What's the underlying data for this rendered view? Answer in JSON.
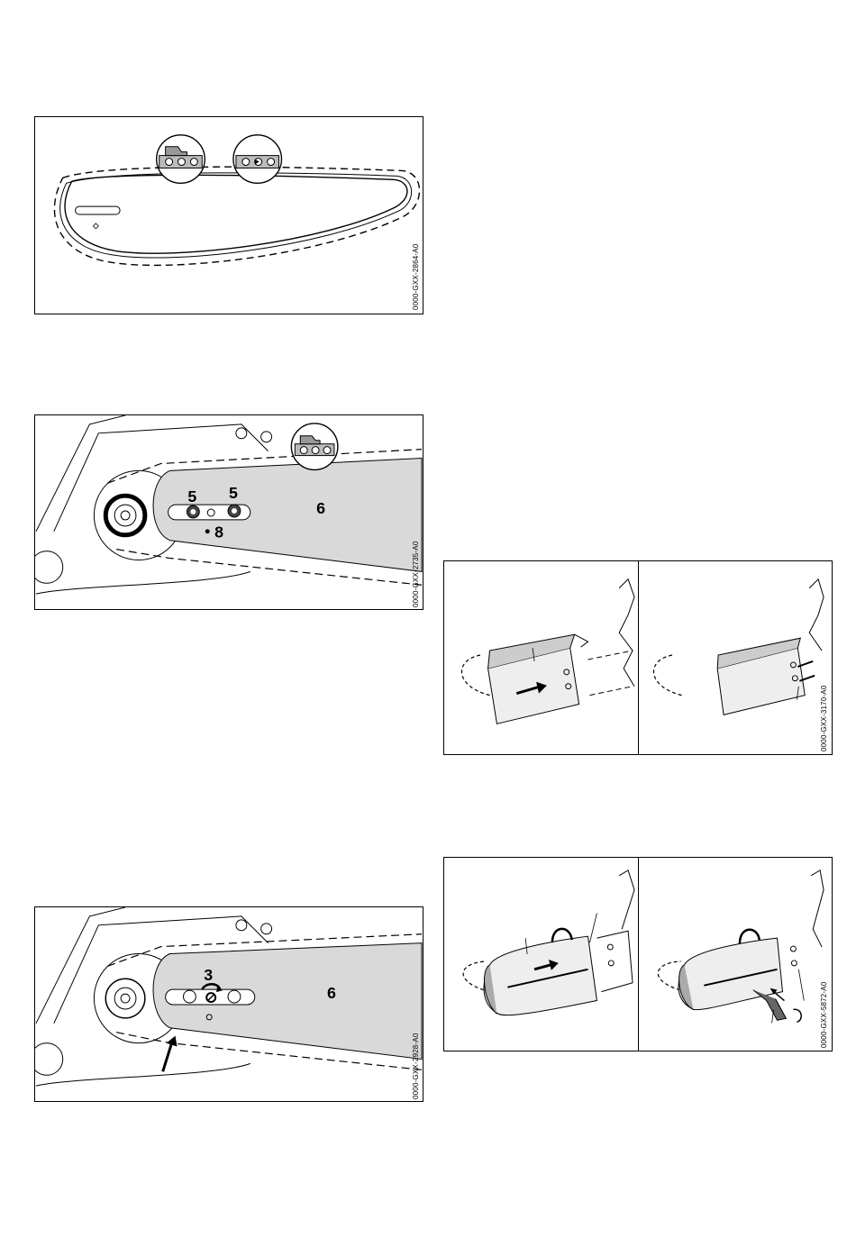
{
  "figures": {
    "fig1": {
      "code": "0000-GXX-2864-A0"
    },
    "fig2": {
      "code": "0000-GXX-2735-A0",
      "labels": [
        "5",
        "5",
        "6",
        "8"
      ]
    },
    "fig3": {
      "code": "0000-GXX-2928-A0",
      "labels": [
        "3",
        "6"
      ]
    },
    "fig4": {
      "code": "0000-GXX-3170-A0"
    },
    "fig5": {
      "code": "0000-GXX-5872-A0"
    }
  }
}
